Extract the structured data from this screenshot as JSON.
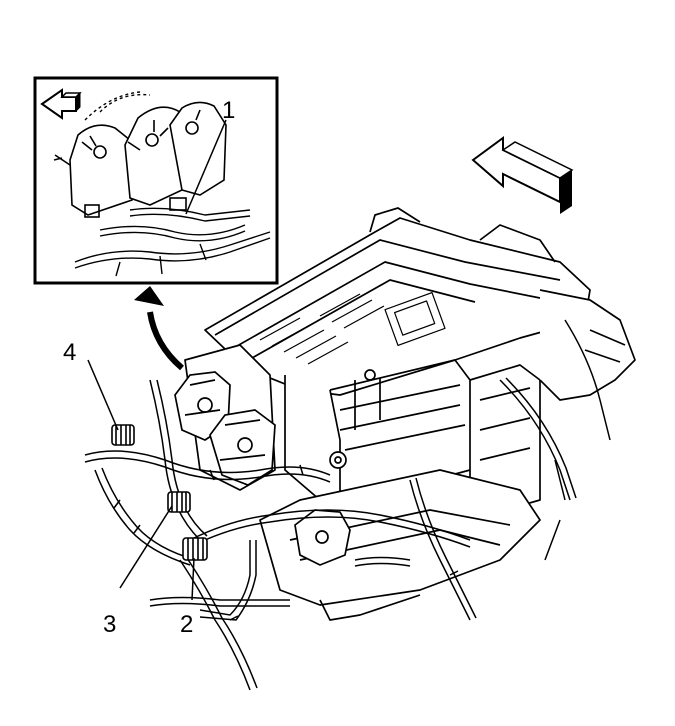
{
  "callouts": {
    "c1": "1",
    "c2": "2",
    "c3": "3",
    "c4": "4"
  },
  "icons": {
    "inset_direction": "left-arrow-icon",
    "main_direction": "left-arrow-icon",
    "inset_pointer": "curved-arrow-icon"
  },
  "colors": {
    "line": "#000000",
    "background": "#ffffff"
  }
}
